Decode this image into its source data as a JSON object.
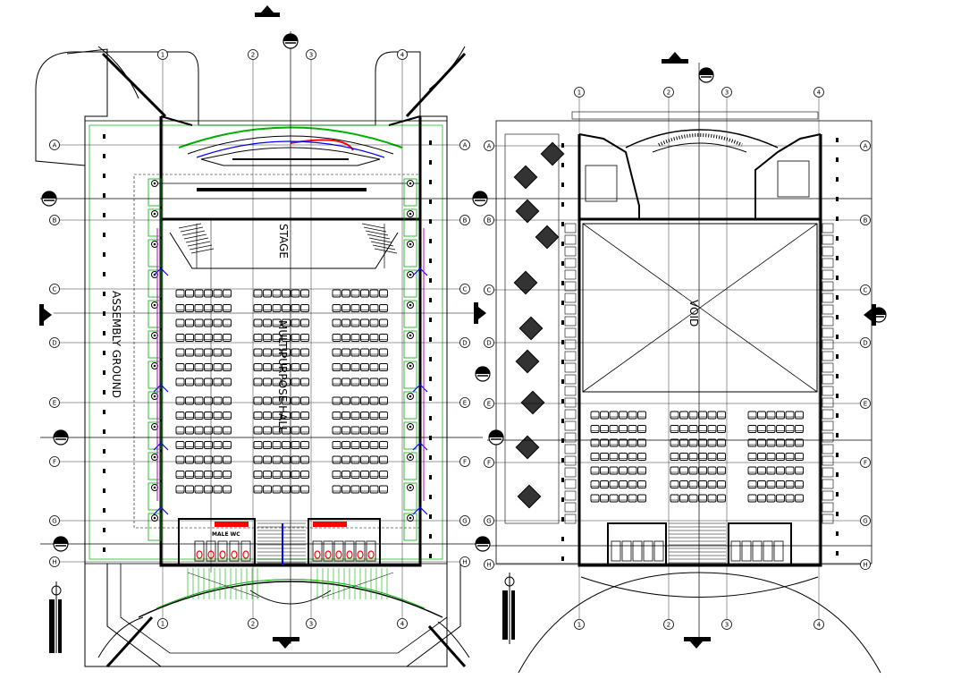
{
  "plan_left": {
    "stage_label": "STAGE",
    "hall_label": "MULTIPURPOSE HALL",
    "assembly_label": "ASSEMBLY GROUND",
    "wc_label": "MALE WC"
  },
  "plan_right": {
    "void_label": "VOID"
  },
  "grid": {
    "columns": [
      "1",
      "2",
      "3",
      "4"
    ],
    "rows": [
      "A",
      "B",
      "C",
      "D",
      "E",
      "F",
      "G",
      "H"
    ]
  },
  "colors": {
    "line": "#000000",
    "green": "#00b000",
    "blue": "#0000ff",
    "red": "#ff0000",
    "magenta": "#c000c0",
    "gray": "#777777"
  }
}
